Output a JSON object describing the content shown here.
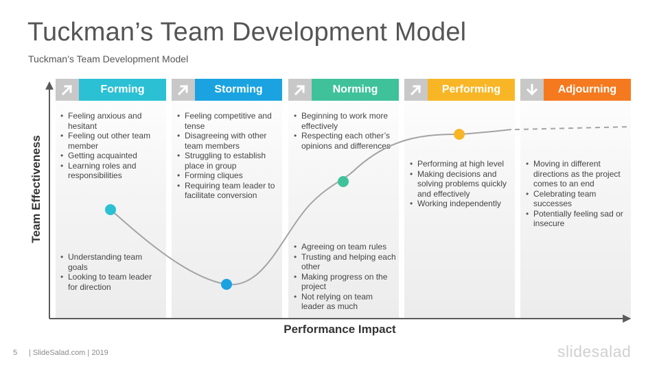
{
  "title": "Tuckman’s Team Development Model",
  "subtitle": "Tuckman’s Team Development Model",
  "y_axis_label": "Team Effectiveness",
  "x_axis_label": "Performance Impact",
  "page_number": "5",
  "footer": "| SlideSalad.com | 2019",
  "logo": "slidesalad",
  "stages": [
    {
      "label": "Forming",
      "color": "#2bc0d4",
      "icon": "arrow-up-right-icon",
      "top_points": [
        "Feeling anxious and hesitant",
        "Feeling out other team member",
        "Getting acquainted",
        "Learning roles and responsibilities"
      ],
      "bottom_points": [
        "Understanding team goals",
        "Looking to team leader for direction"
      ]
    },
    {
      "label": "Storming",
      "color": "#1aa3e0",
      "icon": "arrow-up-right-icon",
      "top_points": [
        "Feeling competitive  and tense",
        "Disagreeing with other team members",
        "Struggling to establish place in group",
        "Forming cliques",
        "Requiring team leader to facilitate conversion"
      ],
      "bottom_points": []
    },
    {
      "label": "Norming",
      "color": "#3fc29a",
      "icon": "arrow-up-right-icon",
      "top_points": [
        "Beginning to work more effectively",
        "Respecting each other’s opinions and differences"
      ],
      "bottom_points": [
        "Agreeing on team rules",
        "Trusting and helping each other",
        "Making progress on the project",
        "Not relying on team leader as much"
      ]
    },
    {
      "label": "Performing",
      "color": "#f8b626",
      "icon": "arrow-up-right-icon",
      "top_points": [],
      "middle_points": [
        "Performing at high level",
        "Making decisions and solving problems quickly and effectively",
        "Working independently"
      ],
      "bottom_points": []
    },
    {
      "label": "Adjourning",
      "color": "#f57a1f",
      "icon": "arrow-down-icon",
      "top_points": [],
      "middle_points": [
        "Moving in different directions as the project comes to an end",
        "Celebrating team successes",
        "Potentially feeling sad or insecure"
      ],
      "bottom_points": []
    }
  ],
  "colors": {
    "curve": "#a3a3a3",
    "axis": "#5a5a5a",
    "icon_box": "#c8c8c8"
  }
}
